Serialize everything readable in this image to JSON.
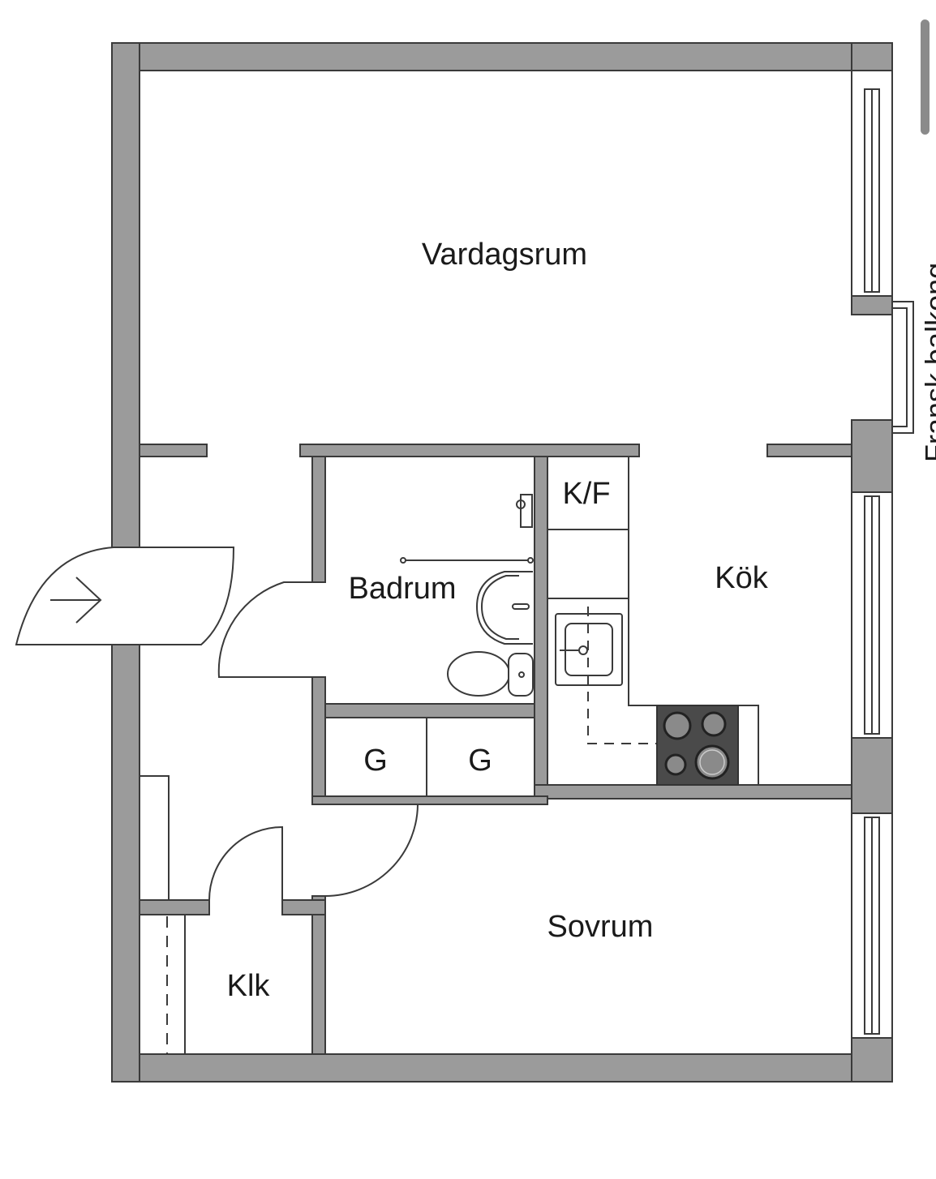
{
  "floorplan": {
    "rooms": {
      "living_room": "Vardagsrum",
      "kitchen": "Kök",
      "bathroom": "Badrum",
      "fridge_freezer": "K/F",
      "closet_1": "G",
      "closet_2": "G",
      "bedroom": "Sovrum",
      "walk_in_closet": "Klk"
    },
    "balcony_label": "Fransk balkong"
  },
  "colors": {
    "wall": "#9b9b9b",
    "outline": "#3a3a3a",
    "stove": "#4a4a4a"
  }
}
